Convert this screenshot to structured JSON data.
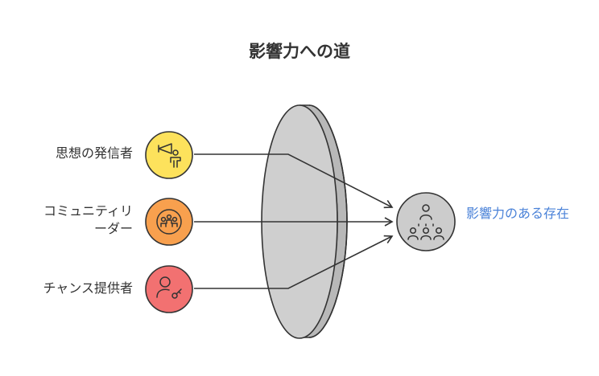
{
  "title": "影響力への道",
  "inputs": [
    {
      "label": "思想の発信者",
      "color": "#fde25c",
      "icon": "megaphone-person-icon"
    },
    {
      "label_line1": "コミュニティリ",
      "label_line2": "ーダー",
      "color": "#f8a04e",
      "icon": "community-group-icon"
    },
    {
      "label": "チャンス提供者",
      "color": "#f27171",
      "icon": "person-with-key-icon"
    }
  ],
  "target": {
    "label": "影響力のある存在",
    "color": "#cccccc",
    "icon": "audience-speaker-icon"
  },
  "lens": {
    "color": "#cfcfcf"
  },
  "colors": {
    "stroke": "#333333",
    "accent_text": "#4a82d8"
  }
}
